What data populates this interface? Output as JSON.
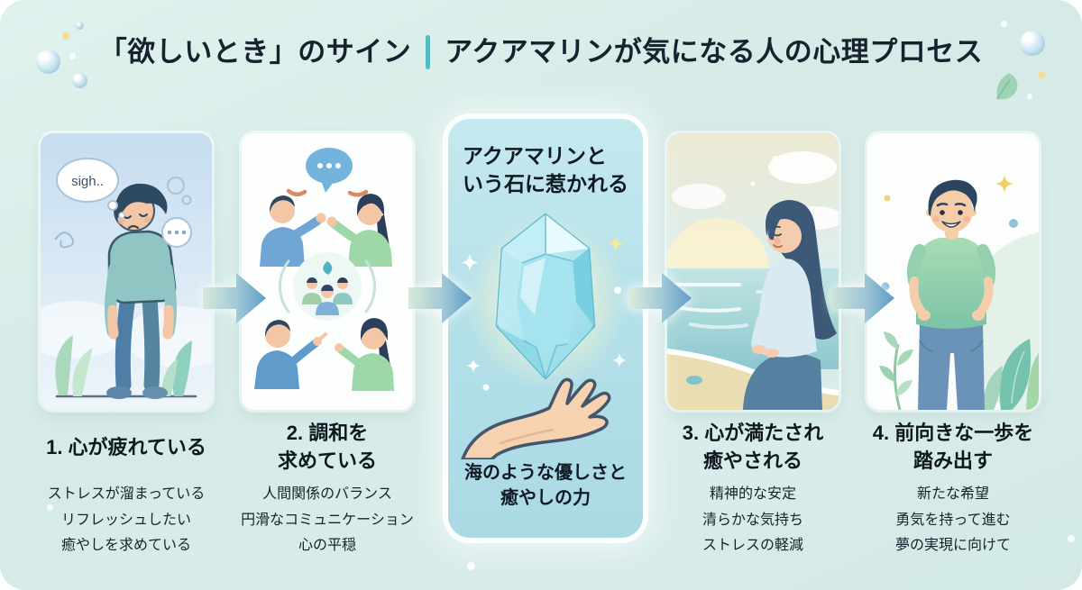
{
  "title": {
    "left": "「欲しいとき」のサイン",
    "right": "アクアマリンが気になる人の心理プロセス"
  },
  "steps": [
    {
      "illustration": "tired-man-sighing",
      "speech_bubble": "sigh..",
      "heading_line1": "1. 心が疲れている",
      "heading_line2": "",
      "lines": [
        "ストレスが溜まっている",
        "リフレッシュしたい",
        "癒やしを求めている"
      ]
    },
    {
      "illustration": "people-communicating-in-harmony",
      "heading_line1": "2. 調和を",
      "heading_line2": "求めている",
      "lines": [
        "人間関係のバランス",
        "円滑なコミュニケーション",
        "心の平穏"
      ]
    },
    {
      "illustration": "woman-relaxing-by-the-sea",
      "heading_line1": "3. 心が満たされ",
      "heading_line2": "癒やされる",
      "lines": [
        "精神的な安定",
        "清らかな気持ち",
        "ストレスの軽減"
      ]
    },
    {
      "illustration": "confident-man-stepping-forward",
      "heading_line1": "4. 前向きな一歩を",
      "heading_line2": "踏み出す",
      "lines": [
        "新たな希望",
        "勇気を持って進む",
        "夢の実現に向けて"
      ]
    }
  ],
  "center_panel": {
    "illustration": "aquamarine-gem-over-open-hand",
    "heading_line1": "アクアマリンと",
    "heading_line2": "いう石に惹かれる",
    "caption_line1": "海のような優しさと",
    "caption_line2": "癒やしの力"
  },
  "colors": {
    "card_background": "#d7ebe8",
    "center_panel_background": "#b2dfe8",
    "title_divider": "#57b9c3",
    "arrow_gradient_start": "#d6e9da",
    "arrow_gradient_end": "#5e9cc6",
    "heading_text": "#0f1820",
    "body_text": "#18222c"
  }
}
